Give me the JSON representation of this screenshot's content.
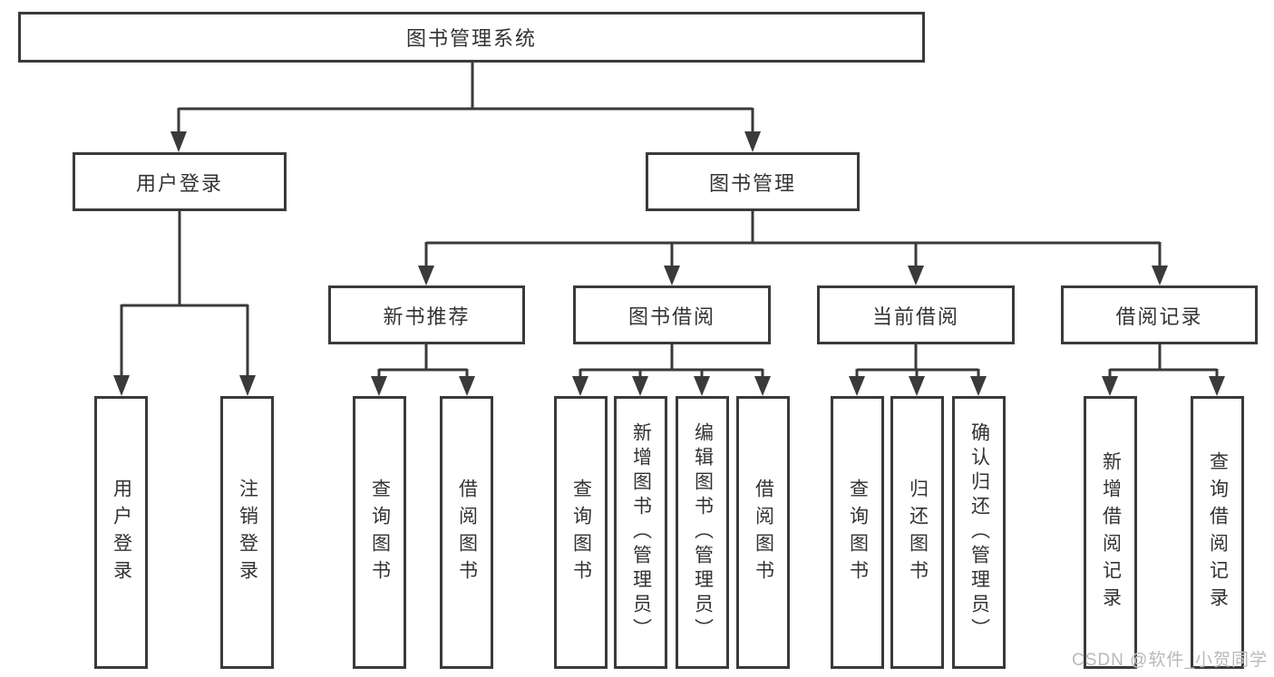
{
  "tree": {
    "root": {
      "label": "图书管理系统"
    },
    "branches": [
      {
        "label": "用户登录",
        "children": [
          {
            "label": "用户登录"
          },
          {
            "label": "注销登录"
          }
        ]
      },
      {
        "label": "图书管理",
        "children": [
          {
            "label": "新书推荐",
            "children": [
              {
                "label": "查询图书"
              },
              {
                "label": "借阅图书"
              }
            ]
          },
          {
            "label": "图书借阅",
            "children": [
              {
                "label": "查询图书"
              },
              {
                "label": "新增图书（管理员）"
              },
              {
                "label": "编辑图书（管理员）"
              },
              {
                "label": "借阅图书"
              }
            ]
          },
          {
            "label": "当前借阅",
            "children": [
              {
                "label": "查询图书"
              },
              {
                "label": "归还图书"
              },
              {
                "label": "确认归还（管理员）"
              }
            ]
          },
          {
            "label": "借阅记录",
            "children": [
              {
                "label": "新增借阅记录"
              },
              {
                "label": "查询借阅记录"
              }
            ]
          }
        ]
      }
    ]
  },
  "watermark": "CSDN @软件_小贺同学",
  "colors": {
    "line": "#3a3a3a",
    "text": "#333333",
    "background": "#ffffff",
    "watermark": "#b9b9b9"
  }
}
